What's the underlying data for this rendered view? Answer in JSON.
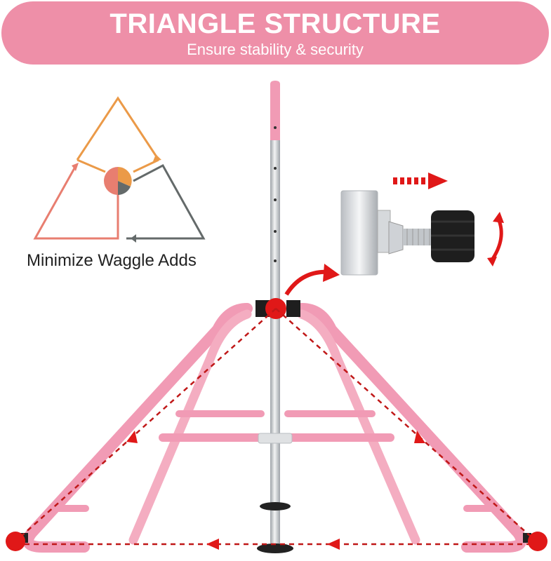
{
  "banner": {
    "title": "TRIANGLE STRUCTURE",
    "subtitle": "Ensure stability & security"
  },
  "diagram": {
    "caption": "Minimize Waggle Adds"
  },
  "colors": {
    "banner": "#ee8fa8",
    "frame_pink": "#f19bb5",
    "pole_silver": "#cfd2d6",
    "accent_red": "#e01818",
    "inner_orange": "#eb9a48",
    "inner_salmon": "#e87e70",
    "inner_gray": "#646a6a"
  },
  "icons": [
    "triangle-structure-icon",
    "clamp-knob-icon",
    "rotate-arrow-icon",
    "direction-arrow-icon"
  ]
}
